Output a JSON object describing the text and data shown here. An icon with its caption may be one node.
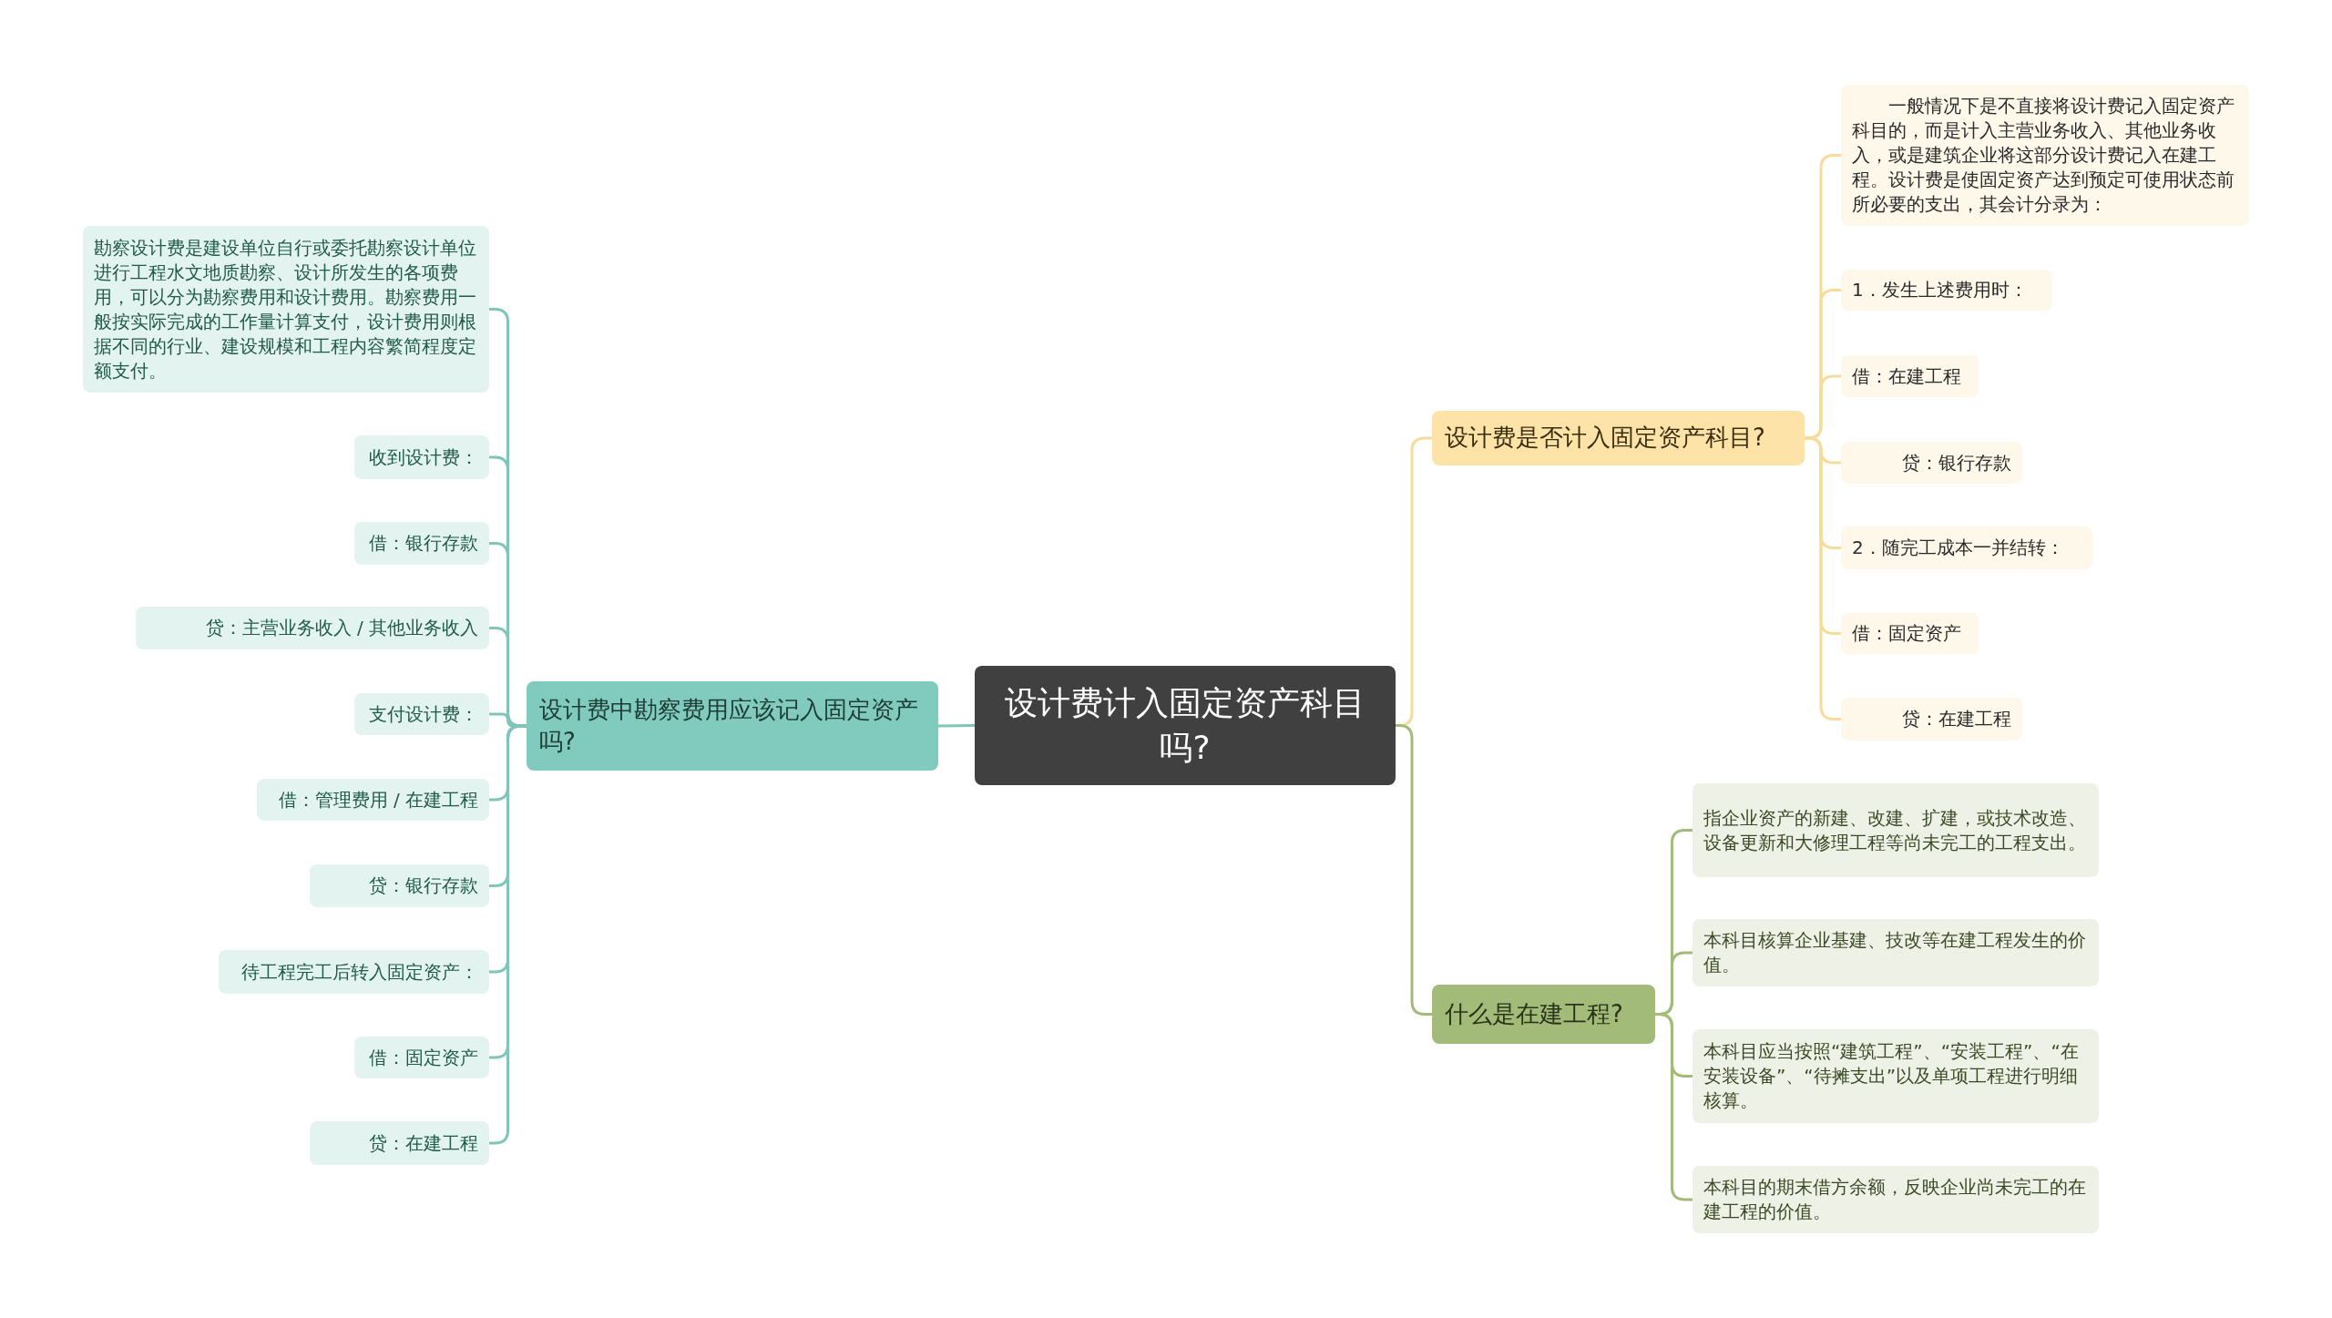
{
  "diagram": {
    "nodes": [
      {
        "text": [
          "设计费计入固定资产科目吗?"
        ]
      },
      {
        "text": [
          "设计费中勘察费用应该记入固定资产吗?"
        ]
      },
      {
        "text": [
          "勘察设计费是建设单位自行或委托勘察设计单位进行工程水文地质勘察、设计所发生的各项费用，可以分为勘察费用和设计费用。勘察费用一般按实际完成的工作量计算支付，设计费用则根据不同的行业、建设规模和工程内容繁简程度定额支付。"
        ]
      },
      {
        "text": [
          "收到设计费："
        ]
      },
      {
        "text": [
          "借：银行存款"
        ]
      },
      {
        "text": [
          "贷：主营业务收入 / 其他业务收入"
        ]
      },
      {
        "text": [
          "支付设计费："
        ]
      },
      {
        "text": [
          "借：管理费用 / 在建工程"
        ]
      },
      {
        "text": [
          "贷：银行存款"
        ]
      },
      {
        "text": [
          "待工程完工后转入固定资产："
        ]
      },
      {
        "text": [
          "借：固定资产"
        ]
      },
      {
        "text": [
          "贷：在建工程"
        ]
      },
      {
        "text": [
          "设计费是否计入固定资产科目?"
        ]
      },
      {
        "text": [
          "一般情况下是不直接将设计费记入固定资产科目的，而是计入主营业务收入、其他业务收入，或是建筑企业将这部分设计费记入在建工程。设计费是使固定资产达到预定可使用状态前所必要的支出，其会计分录为："
        ]
      },
      {
        "text": [
          "1．发生上述费用时："
        ]
      },
      {
        "text": [
          "借：在建工程"
        ]
      },
      {
        "text": [
          "贷：银行存款"
        ]
      },
      {
        "text": [
          "2．随完工成本一并结转："
        ]
      },
      {
        "text": [
          "借：固定资产"
        ]
      },
      {
        "text": [
          "贷：在建工程"
        ]
      },
      {
        "text": [
          "什么是在建工程?"
        ]
      },
      {
        "text": [
          "指企业资产的新建、改建、扩建，或技术改造、设备更新和大修理工程等尚未完工的工程支出。"
        ]
      },
      {
        "text": [
          "本科目核算企业基建、技改等在建工程发生的价值。"
        ]
      },
      {
        "text": [
          "本科目应当按照“建筑工程”、“安装工程”、“在安装设备”、“待摊支出”以及单项工程进行明细核算。"
        ]
      },
      {
        "text": [
          "本科目的期末借方余额，反映企业尚未完工的在建工程的价值。"
        ]
      }
    ],
    "edges": [
      {
        "from": 0,
        "to": 1,
        "arrow": "none"
      },
      {
        "from": 1,
        "to": 2,
        "arrow": "none"
      },
      {
        "from": 1,
        "to": 3,
        "arrow": "none"
      },
      {
        "from": 1,
        "to": 4,
        "arrow": "none"
      },
      {
        "from": 1,
        "to": 5,
        "arrow": "none"
      },
      {
        "from": 1,
        "to": 6,
        "arrow": "none"
      },
      {
        "from": 1,
        "to": 7,
        "arrow": "none"
      },
      {
        "from": 1,
        "to": 8,
        "arrow": "none"
      },
      {
        "from": 1,
        "to": 9,
        "arrow": "none"
      },
      {
        "from": 1,
        "to": 10,
        "arrow": "none"
      },
      {
        "from": 1,
        "to": 11,
        "arrow": "none"
      },
      {
        "from": 0,
        "to": 12,
        "arrow": "none",
        "color": "#f5dc9c"
      },
      {
        "from": 12,
        "to": 13,
        "arrow": "none",
        "color": "#f5dc9c"
      },
      {
        "from": 12,
        "to": 14,
        "arrow": "none",
        "color": "#f5dc9c"
      },
      {
        "from": 12,
        "to": 15,
        "arrow": "none",
        "color": "#f5dc9c"
      },
      {
        "from": 12,
        "to": 16,
        "arrow": "none",
        "color": "#f5dc9c"
      },
      {
        "from": 12,
        "to": 17,
        "arrow": "none",
        "color": "#f5dc9c"
      },
      {
        "from": 12,
        "to": 18,
        "arrow": "none",
        "color": "#f5dc9c"
      },
      {
        "from": 12,
        "to": 19,
        "arrow": "none",
        "color": "#f5dc9c"
      },
      {
        "from": 0,
        "to": 20,
        "arrow": "none",
        "color": "#a2bb78"
      },
      {
        "from": 20,
        "to": 21,
        "arrow": "none",
        "color": "#a2bb78"
      },
      {
        "from": 20,
        "to": 22,
        "arrow": "none",
        "color": "#a2bb78"
      },
      {
        "from": 20,
        "to": 23,
        "arrow": "none",
        "color": "#a2bb78"
      },
      {
        "from": 20,
        "to": 24,
        "arrow": "none",
        "color": "#a2bb78"
      }
    ]
  }
}
